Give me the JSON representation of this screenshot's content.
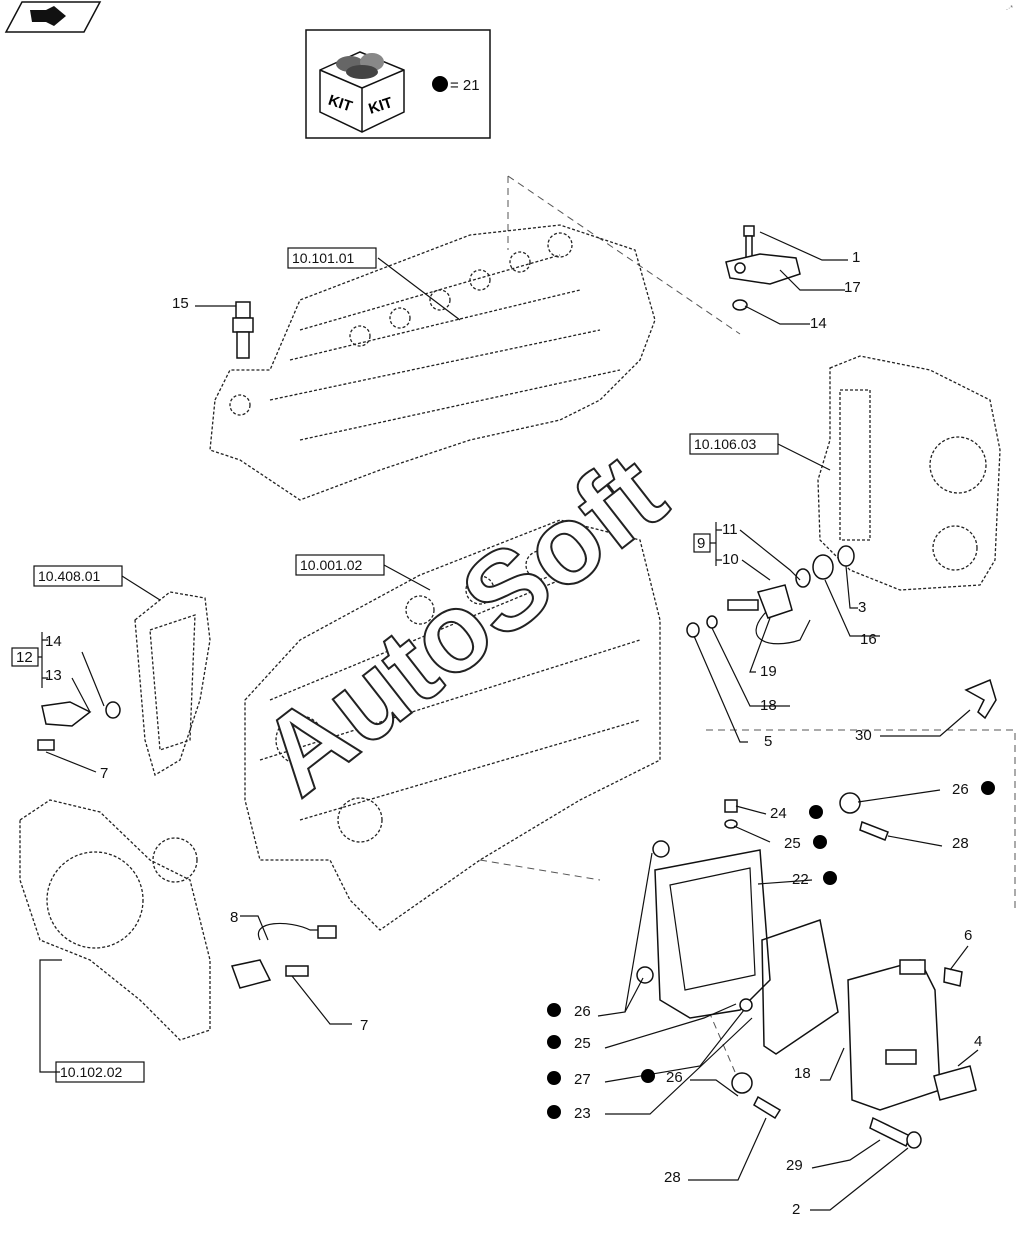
{
  "kit_box": {
    "kit_left": "KIT",
    "kit_right": "KIT",
    "kit_count": "= 21",
    "bullet_color": "#000000"
  },
  "watermark": "AutoSoft",
  "references": [
    "10.101.01",
    "10.106.03",
    "10.001.02",
    "10.408.01",
    "10.102.02"
  ],
  "callouts": [
    "1",
    "17",
    "14",
    "15",
    "11",
    "10",
    "9",
    "3",
    "16",
    "19",
    "18",
    "5",
    "14",
    "12",
    "13",
    "7",
    "30",
    "24",
    "25",
    "26",
    "28",
    "22",
    "6",
    "4",
    "18",
    "8",
    "7",
    "26",
    "25",
    "27",
    "23",
    "26",
    "28",
    "29",
    "2"
  ]
}
